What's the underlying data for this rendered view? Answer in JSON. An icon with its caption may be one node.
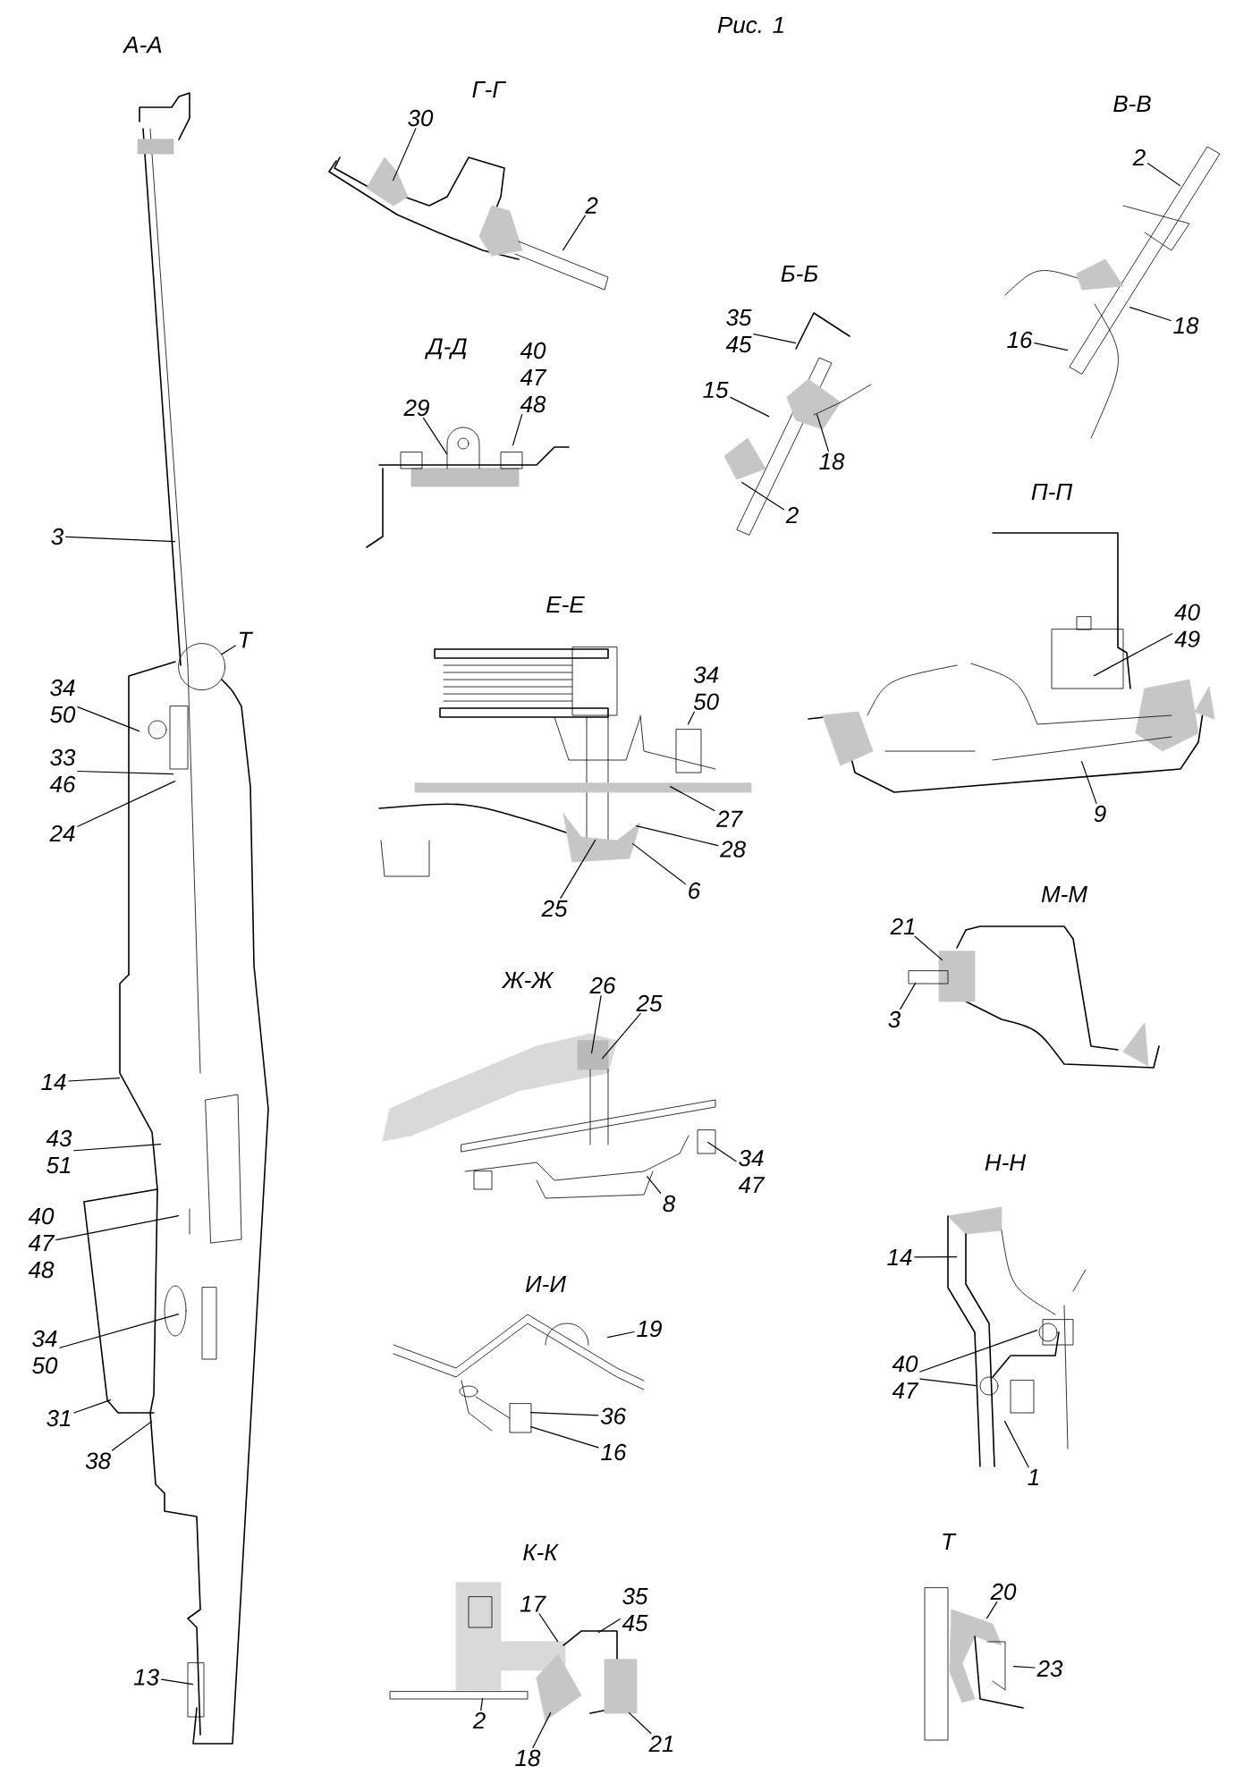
{
  "diagram": {
    "nodes": [
      {
        "text": [
          "3"
        ]
      },
      {
        "text": [
          "Т"
        ],
        "in": 50
      },
      {
        "text": [],
        "shape": "circle",
        "in": 50
      },
      {
        "text": [
          "34",
          "50"
        ]
      },
      {
        "text": [
          "33",
          "46"
        ]
      },
      {
        "text": [
          "24"
        ]
      },
      {
        "text": [
          "14"
        ]
      },
      {
        "text": [
          "43",
          "51"
        ]
      },
      {
        "text": [
          "40",
          "47",
          "48"
        ]
      },
      {
        "text": [
          "34",
          "50"
        ]
      },
      {
        "text": [
          "31"
        ]
      },
      {
        "text": [
          "38"
        ],
        "in": 50
      },
      {
        "text": [
          "13"
        ],
        "in": 50
      },
      {
        "text": [
          "30"
        ]
      },
      {
        "text": [
          "2"
        ],
        "in": 51
      },
      {
        "text": [
          "29"
        ]
      },
      {
        "text": [
          "40",
          "47",
          "48"
        ]
      },
      {
        "text": [
          "35",
          "45"
        ]
      },
      {
        "text": [
          "15"
        ]
      },
      {
        "text": [
          "18"
        ]
      },
      {
        "text": [
          "2"
        ]
      },
      {
        "text": [
          "2"
        ]
      },
      {
        "text": [
          "18"
        ]
      },
      {
        "text": [
          "16"
        ]
      },
      {
        "text": [
          "34",
          "50"
        ],
        "in": 56
      },
      {
        "text": [
          "27"
        ],
        "in": 56
      },
      {
        "text": [
          "28"
        ],
        "in": 56
      },
      {
        "text": [
          "25"
        ]
      },
      {
        "text": [
          "6"
        ]
      },
      {
        "text": [
          "40",
          "49"
        ],
        "in": 55
      },
      {
        "text": [
          "9"
        ]
      },
      {
        "text": [
          "21"
        ]
      },
      {
        "text": [
          "3"
        ]
      },
      {
        "text": [
          "26"
        ]
      },
      {
        "text": [
          "25"
        ]
      },
      {
        "text": [
          "8"
        ]
      },
      {
        "text": [
          "34",
          "47"
        ]
      },
      {
        "text": [
          "19"
        ]
      },
      {
        "text": [
          "36"
        ],
        "in": 60
      },
      {
        "text": [
          "16"
        ]
      },
      {
        "text": [
          "14"
        ]
      },
      {
        "text": [
          "40",
          "47"
        ]
      },
      {
        "text": [
          "1"
        ]
      },
      {
        "text": [
          "17"
        ],
        "in": 62
      },
      {
        "text": [
          "35",
          "45"
        ]
      },
      {
        "text": [
          "2"
        ]
      },
      {
        "text": [
          "18"
        ]
      },
      {
        "text": [
          "21"
        ]
      },
      {
        "text": [
          "20"
        ]
      },
      {
        "text": [
          "23"
        ]
      },
      {
        "text": [],
        "shape": "picture"
      },
      {
        "text": [],
        "shape": "picture"
      },
      {
        "text": [],
        "shape": "picture"
      },
      {
        "text": [],
        "shape": "picture"
      },
      {
        "text": [],
        "shape": "picture"
      },
      {
        "text": [],
        "shape": "picture"
      },
      {
        "text": [],
        "shape": "picture"
      },
      {
        "text": [],
        "shape": "picture"
      },
      {
        "text": [],
        "shape": "picture"
      },
      {
        "text": [],
        "shape": "picture"
      },
      {
        "text": [],
        "shape": "picture"
      },
      {
        "text": [],
        "shape": "picture"
      },
      {
        "text": [],
        "shape": "picture"
      }
    ],
    "edges": [
      {
        "from": 0,
        "to": 50,
        "arrow": "none"
      },
      {
        "from": 1,
        "to": 2,
        "arrow": "none"
      },
      {
        "from": 3,
        "to": 50,
        "arrow": "none"
      },
      {
        "from": 4,
        "to": 50,
        "arrow": "none"
      },
      {
        "from": 5,
        "to": 50,
        "arrow": "none"
      },
      {
        "from": 6,
        "to": 50,
        "arrow": "none"
      },
      {
        "from": 7,
        "to": 50,
        "arrow": "none"
      },
      {
        "from": 8,
        "to": 50,
        "arrow": "none"
      },
      {
        "from": 9,
        "to": 50,
        "arrow": "none"
      },
      {
        "from": 10,
        "to": 50,
        "arrow": "none"
      },
      {
        "from": 11,
        "to": 50,
        "arrow": "none"
      },
      {
        "from": 12,
        "to": 50,
        "arrow": "none"
      },
      {
        "from": 13,
        "to": 51,
        "arrow": "none"
      },
      {
        "from": 14,
        "to": 51,
        "arrow": "none"
      },
      {
        "from": 15,
        "to": 54,
        "arrow": "none"
      },
      {
        "from": 16,
        "to": 54,
        "arrow": "none"
      },
      {
        "from": 17,
        "to": 53,
        "arrow": "none"
      },
      {
        "from": 18,
        "to": 53,
        "arrow": "none"
      },
      {
        "from": 19,
        "to": 53,
        "arrow": "none"
      },
      {
        "from": 20,
        "to": 53,
        "arrow": "none"
      },
      {
        "from": 21,
        "to": 52,
        "arrow": "none"
      },
      {
        "from": 22,
        "to": 52,
        "arrow": "none"
      },
      {
        "from": 23,
        "to": 52,
        "arrow": "none"
      },
      {
        "from": 24,
        "to": 56,
        "arrow": "none"
      },
      {
        "from": 25,
        "to": 56,
        "arrow": "none"
      },
      {
        "from": 26,
        "to": 56,
        "arrow": "none"
      },
      {
        "from": 27,
        "to": 56,
        "arrow": "none"
      },
      {
        "from": 28,
        "to": 56,
        "arrow": "none"
      },
      {
        "from": 29,
        "to": 55,
        "arrow": "none"
      },
      {
        "from": 30,
        "to": 55,
        "arrow": "none"
      },
      {
        "from": 31,
        "to": 57,
        "arrow": "none"
      },
      {
        "from": 32,
        "to": 57,
        "arrow": "none"
      },
      {
        "from": 33,
        "to": 58,
        "arrow": "none"
      },
      {
        "from": 34,
        "to": 58,
        "arrow": "none"
      },
      {
        "from": 35,
        "to": 58,
        "arrow": "none"
      },
      {
        "from": 36,
        "to": 58,
        "arrow": "none"
      },
      {
        "from": 37,
        "to": 60,
        "arrow": "none"
      },
      {
        "from": 38,
        "to": 60,
        "arrow": "none"
      },
      {
        "from": 39,
        "to": 60,
        "arrow": "none"
      },
      {
        "from": 40,
        "to": 59,
        "arrow": "none"
      },
      {
        "from": 41,
        "to": 59,
        "arrow": "none"
      },
      {
        "from": 41,
        "to": 59,
        "arrow": "none"
      },
      {
        "from": 42,
        "to": 59,
        "arrow": "none"
      },
      {
        "from": 43,
        "to": 62,
        "arrow": "none"
      },
      {
        "from": 44,
        "to": 62,
        "arrow": "none"
      },
      {
        "from": 45,
        "to": 62,
        "arrow": "none"
      },
      {
        "from": 46,
        "to": 62,
        "arrow": "none"
      },
      {
        "from": 47,
        "to": 62,
        "arrow": "none"
      },
      {
        "from": 48,
        "to": 61,
        "arrow": "none"
      },
      {
        "from": 49,
        "to": 61,
        "arrow": "none"
      }
    ],
    "labels": [
      "Рис. 1",
      "А-А",
      "Г-Г",
      "В-В",
      "Б-Б",
      "Д-Д",
      "П-П",
      "Е-Е",
      "М-М",
      "Ж-Ж",
      "Н-Н",
      "И-И",
      "Т",
      "К-К"
    ]
  }
}
